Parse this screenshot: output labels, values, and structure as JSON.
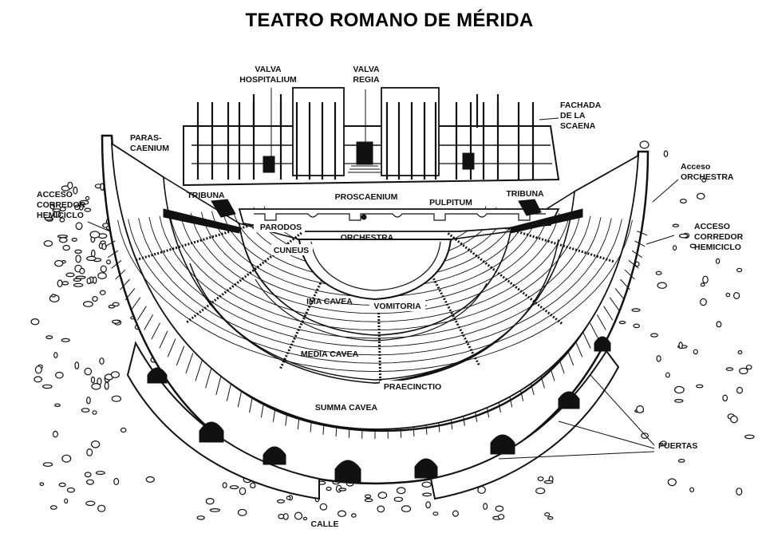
{
  "title": "TEATRO ROMANO DE MÉRIDA",
  "labels": {
    "valva_hospitalium": [
      "VALVA",
      "HOSPITALIUM"
    ],
    "valva_regia": [
      "VALVA",
      "REGIA"
    ],
    "fachada": [
      "FACHADA",
      "DE LA",
      "SCAENA"
    ],
    "parascaenium": [
      "PARAS-",
      "CAENIUM"
    ],
    "tribuna_left": "TRIBUNA",
    "tribuna_right": "TRIBUNA",
    "proscaenium": "PROSCAENIUM",
    "pulpitum": "PULPITUM",
    "acceso_orchestra": [
      "Acceso",
      "ORCHESTRA"
    ],
    "acceso_corredor_left": [
      "ACCESO",
      "CORREDOR",
      "HEMICICLO"
    ],
    "acceso_corredor_right": [
      "ACCESO",
      "CORREDOR",
      "HEMICICLO"
    ],
    "parodos": "PARODOS",
    "orchestra": "ORCHESTRA",
    "cuneus": "CUNEUS",
    "ima_cavea": "IMA CAVEA",
    "vomitoria": "VOMITORIA",
    "media_cavea": "MEDIA CAVEA",
    "praecinctio": "PRAECINCTIO",
    "summa_cavea": "SUMMA CAVEA",
    "puertas": "PUERTAS",
    "calle": "CALLE"
  }
}
